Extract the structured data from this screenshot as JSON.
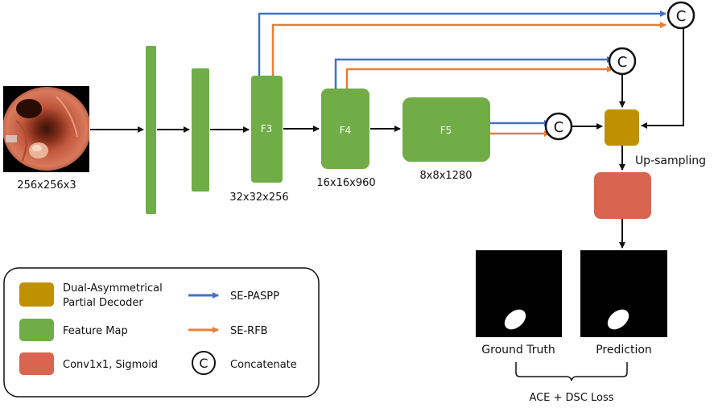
{
  "colors": {
    "feature_map": "#70AD47",
    "decoder": "#BF9000",
    "conv": "#D9644F",
    "se_paspp": "#4472C4",
    "se_rfb": "#ED7D31",
    "flow": "#111111"
  },
  "input": {
    "dims": "256x256x3"
  },
  "features": {
    "f3": {
      "label": "F3",
      "dims": "32x32x256"
    },
    "f4": {
      "label": "F4",
      "dims": "16x16x960"
    },
    "f5": {
      "label": "F5",
      "dims": "8x8x1280"
    }
  },
  "concat_symbol": "C",
  "upsampling_label": "Up-sampling",
  "outputs": {
    "ground_truth": "Ground Truth",
    "prediction": "Prediction",
    "loss": "ACE + DSC Loss"
  },
  "legend": {
    "decoder_line1": "Dual-Asymmetrical",
    "decoder_line2": "Partial Decoder",
    "feature_map": "Feature Map",
    "conv": "Conv1x1, Sigmoid",
    "se_paspp": "SE-PASPP",
    "se_rfb": "SE-RFB",
    "concatenate": "Concatenate",
    "concat_symbol": "C"
  }
}
